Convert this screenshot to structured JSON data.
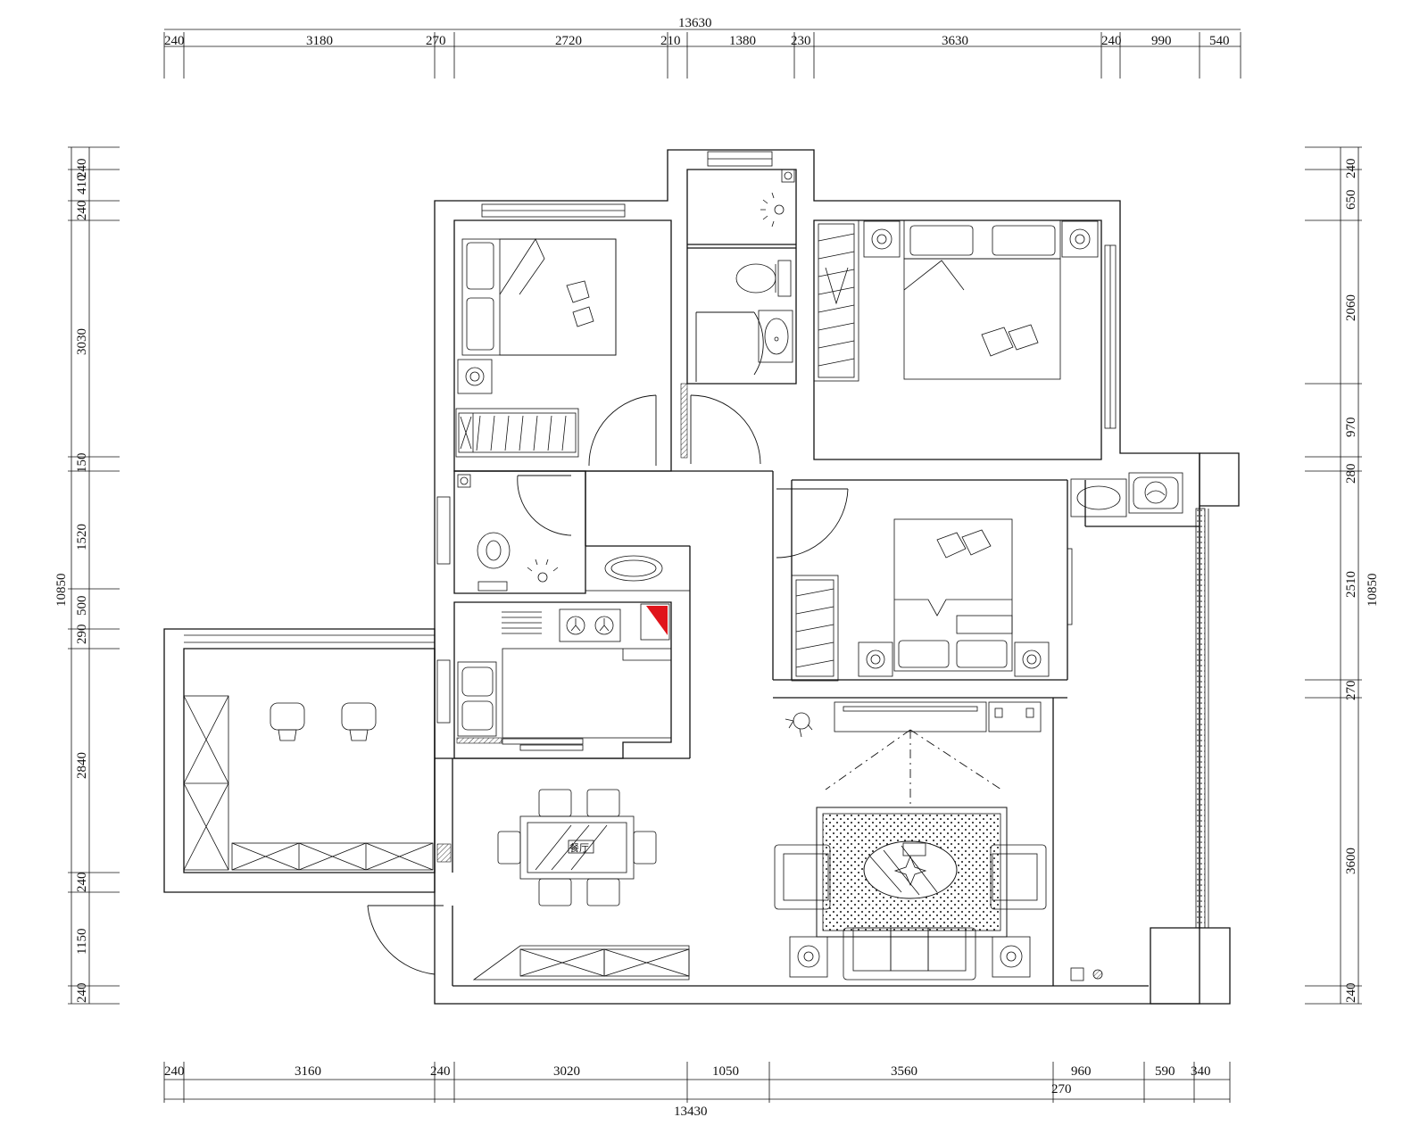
{
  "dimensions": {
    "top_total": "13630",
    "top": [
      "240",
      "3180",
      "270",
      "2720",
      "210",
      "1380",
      "230",
      "3630",
      "240",
      "990",
      "540"
    ],
    "bottom_total": "13430",
    "bottom": [
      "240",
      "3160",
      "240",
      "3020",
      "1050",
      "3560",
      "960",
      "590",
      "340"
    ],
    "bottom_extra": "270",
    "left_total": "10850",
    "left": [
      "240",
      "410",
      "240",
      "3030",
      "150",
      "1520",
      "500",
      "290",
      "2840",
      "240",
      "1150",
      "240"
    ],
    "right_total": "10850",
    "right": [
      "240",
      "650",
      "2060",
      "970",
      "280",
      "2510",
      "270",
      "3600",
      "240"
    ]
  },
  "labels": {
    "dining_sign": "餐厅"
  },
  "colors": {
    "line": "#111111",
    "accent": "#e0141b"
  }
}
